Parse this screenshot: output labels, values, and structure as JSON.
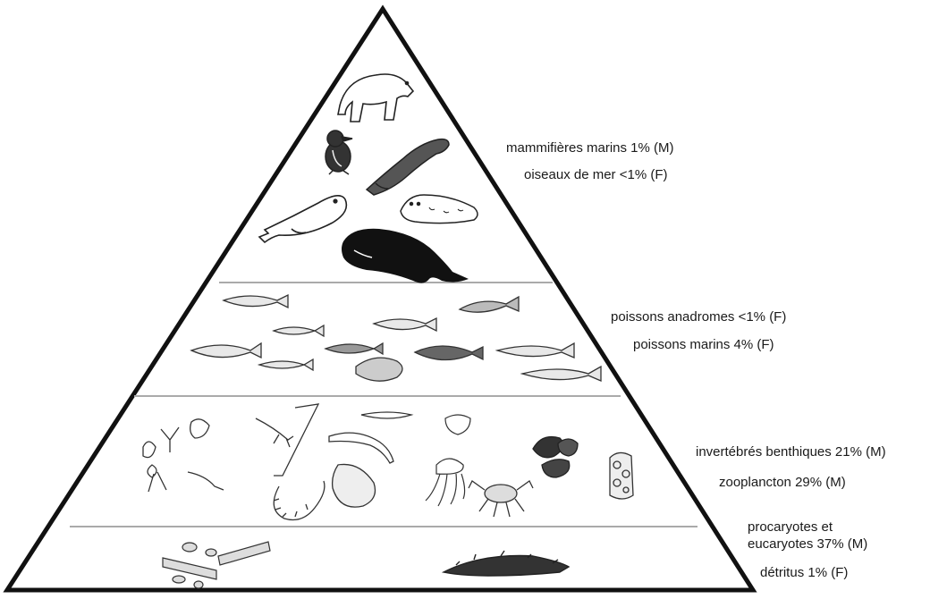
{
  "levels": {
    "top": {
      "lines": [
        "mammifières marins  1% (M)",
        "oiseaux de mer <1% (F)"
      ],
      "icons": [
        "polar-bear-icon",
        "seabird-icon",
        "sea-lion-icon",
        "beluga-icon",
        "harp-seal-icon",
        "bowhead-whale-icon"
      ]
    },
    "fish": {
      "lines": [
        "poissons anadromes  <1% (F)",
        "poissons marins 4% (F)"
      ],
      "icons": [
        "fish-icon"
      ]
    },
    "invertebrates": {
      "lines": [
        "invertébrés benthiques  21% (M)",
        "zooplancton  29% (M)"
      ],
      "icons": [
        "copepod-icon",
        "shrimp-icon",
        "jellyfish-icon",
        "crab-icon",
        "mussel-icon",
        "barnacle-icon",
        "worm-icon"
      ]
    },
    "base": {
      "lines": [
        "procaryotes et",
        "eucaryotes 37% (M)",
        "détritus 1% (F)"
      ],
      "icons": [
        "diatom-chain-icon",
        "detritus-icon"
      ]
    }
  }
}
